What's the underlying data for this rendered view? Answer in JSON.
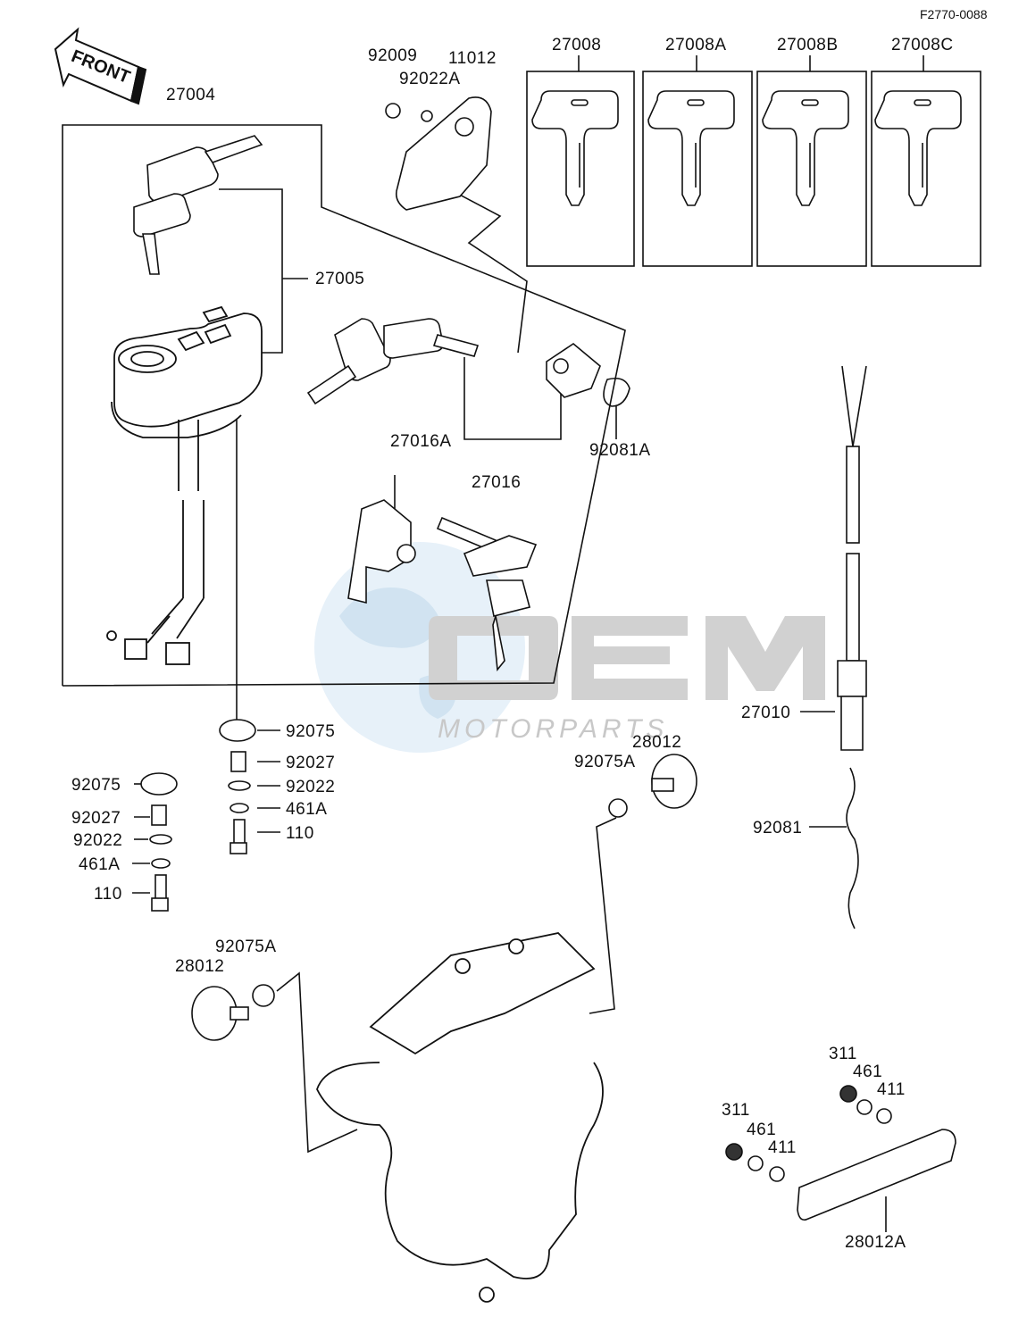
{
  "document": {
    "code": "F2770-0088"
  },
  "direction_marker": {
    "text": "FRONT"
  },
  "watermark": {
    "brand": "OEM",
    "subtitle": "MOTORPARTS"
  },
  "labels": {
    "p27004": "27004",
    "p27005": "27005",
    "p92009": "92009",
    "p92022A_top": "92022A",
    "p11012": "11012",
    "p27008": "27008",
    "p27008A": "27008A",
    "p27008B": "27008B",
    "p27008C": "27008C",
    "p27016A": "27016A",
    "p27016": "27016",
    "p92081A": "92081A",
    "p27010": "27010",
    "p92081": "92081",
    "p92075_r": "92075",
    "p92027_r": "92027",
    "p92022_r": "92022",
    "p461A_r": "461A",
    "p110_r": "110",
    "p92075_l": "92075",
    "p92027_l": "92027",
    "p92022_l": "92022",
    "p461A_l": "461A",
    "p110_l": "110",
    "p28012_r": "28012",
    "p92075A_r": "92075A",
    "p92075A_l": "92075A",
    "p28012_l": "28012",
    "p311_a": "311",
    "p461_a": "461",
    "p411_a": "411",
    "p311_b": "311",
    "p461_b": "461",
    "p411_b": "411",
    "p28012A": "28012A"
  },
  "colors": {
    "ink": "#111111",
    "watermark_blue": "#cfe4f2",
    "watermark_gray": "#cccccc"
  }
}
